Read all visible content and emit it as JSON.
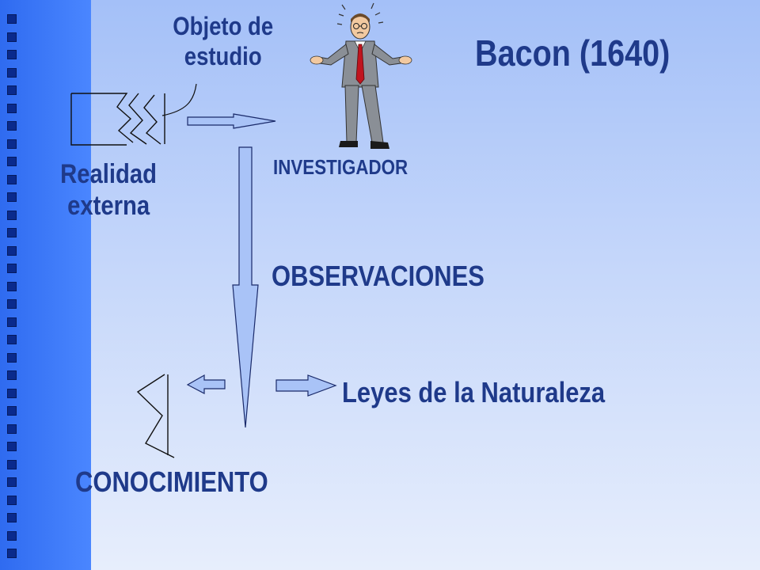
{
  "slide": {
    "title": "Bacon (1640)",
    "objeto_line1": "Objeto de",
    "objeto_line2": "estudio",
    "realidad_line1": "Realidad",
    "realidad_line2": "externa",
    "investigador": "INVESTIGADOR",
    "observaciones": "OBSERVACIONES",
    "leyes": "Leyes de la Naturaleza",
    "conocimiento": "CONOCIMIENTO"
  },
  "colors": {
    "text": "#1f3a8a",
    "arrow_fill": "#a9c3f7",
    "sidebar": "#3d78f8",
    "bullet_squares": "#0a2a8c"
  },
  "icons": [
    "bullet-square-icon",
    "investigator-figure-icon"
  ]
}
